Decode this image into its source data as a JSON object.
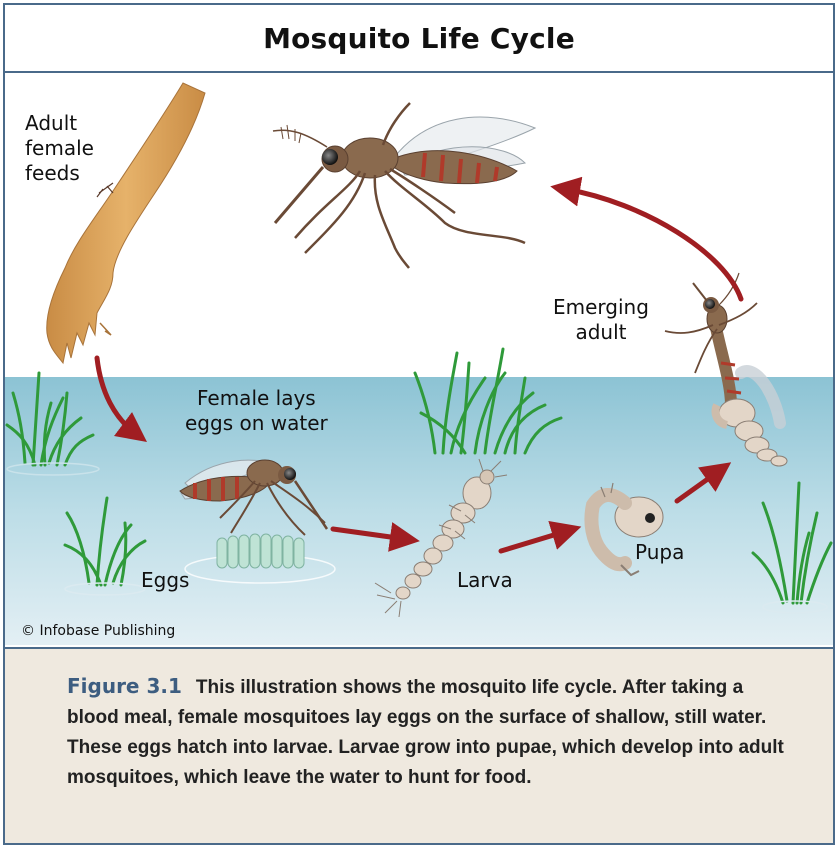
{
  "title": "Mosquito Life Cycle",
  "labels": {
    "adult_feeds": "Adult\nfemale\nfeeds",
    "female_lays": "Female lays\neggs on water",
    "eggs": "Eggs",
    "larva": "Larva",
    "pupa": "Pupa",
    "emerging": "Emerging\nadult"
  },
  "credit": "© Infobase Publishing",
  "caption": {
    "figure_label": "Figure 3.1",
    "text": "This illustration shows the mosquito life cycle. After taking a blood meal, female mosquitoes lay eggs on the surface of shallow, still water. These eggs hatch into larvae. Larvae grow into pupae, which develop into adult mosquitoes, which leave the water to hunt for food."
  },
  "colors": {
    "border": "#4a6a8a",
    "water_top": "#8cc3d4",
    "water_bottom": "#e3eff4",
    "arrow": "#a01e22",
    "grass": "#2f9a3a",
    "skin": "#d9a05a",
    "mosquito_body": "#8a6a4e",
    "mosquito_stripe": "#b03a2a",
    "caption_bg": "#efe9df",
    "figure_label": "#3d5d80"
  }
}
